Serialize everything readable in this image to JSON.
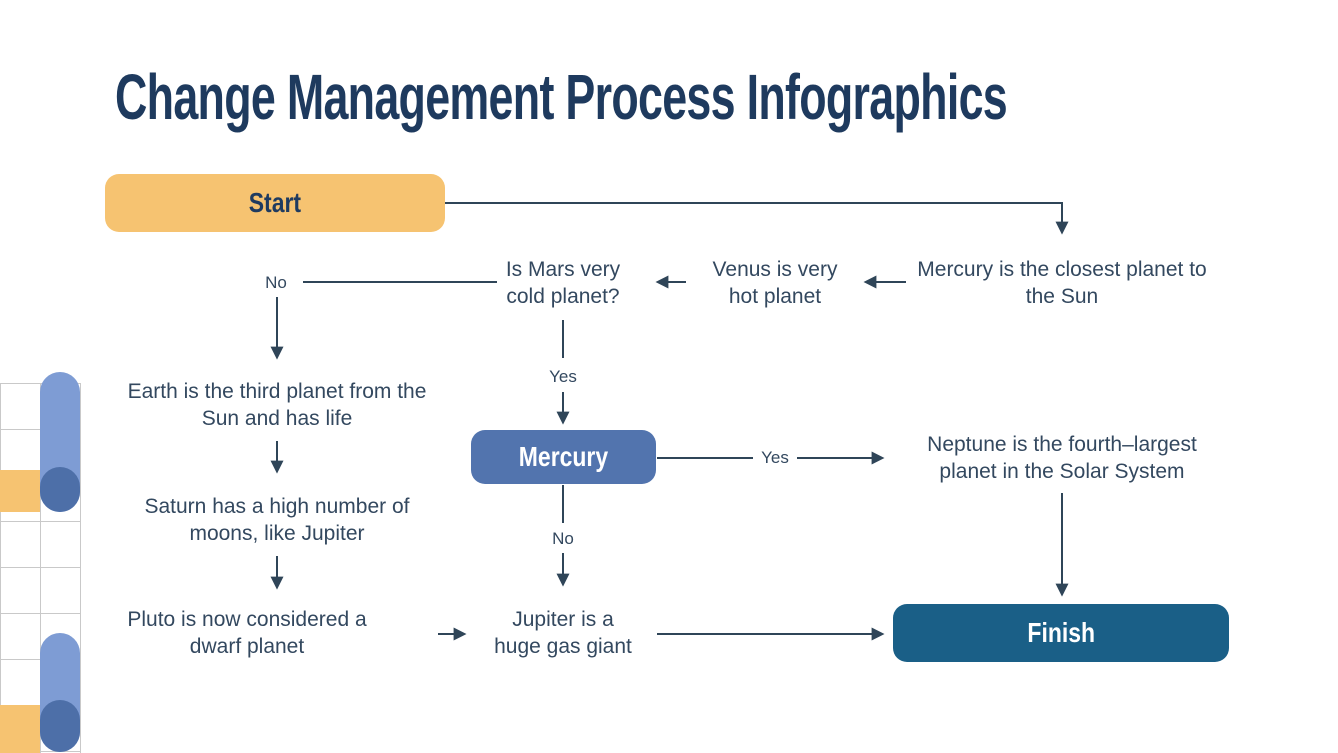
{
  "slide": {
    "title": "Change Management Process Infographics"
  },
  "flowchart": {
    "start": {
      "label": "Start"
    },
    "decision": {
      "label": "Mercury"
    },
    "finish": {
      "label": "Finish"
    },
    "nodes": {
      "mercury_closest": "Mercury is the closest planet to the Sun",
      "venus": "Venus is very hot planet",
      "mars_question": "Is Mars very cold planet?",
      "earth": "Earth is the third planet from the Sun and has life",
      "saturn": "Saturn has a high number of moons, like Jupiter",
      "pluto": "Pluto is now considered a dwarf planet",
      "jupiter": "Jupiter is a huge gas giant",
      "neptune": "Neptune is the fourth–largest planet in the Solar System"
    },
    "branch_labels": {
      "no_top": "No",
      "yes_middle": "Yes",
      "yes_right": "Yes",
      "no_bottom": "No"
    }
  },
  "colors": {
    "title_navy": "#1E3A5E",
    "start_orange": "#F6C371",
    "decision_blue": "#5274AE",
    "finish_teal": "#1A5F87",
    "node_text": "#33485F",
    "connector": "#2F4558",
    "decor_light_blue": "#7E9CD4",
    "decor_dark_blue": "#4D6FA8",
    "grid_line": "#C9C9C9"
  }
}
